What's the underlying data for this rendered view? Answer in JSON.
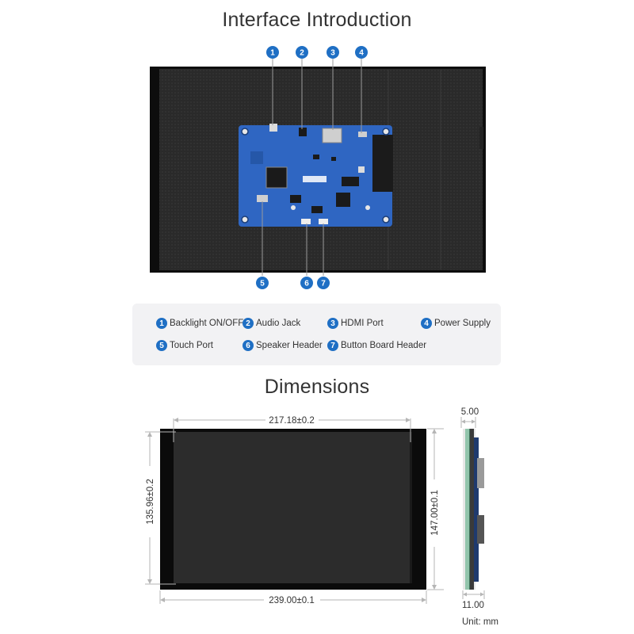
{
  "title_interface": "Interface Introduction",
  "title_dimensions": "Dimensions",
  "callouts": [
    "1",
    "2",
    "3",
    "4",
    "5",
    "6",
    "7"
  ],
  "legend": [
    {
      "num": "1",
      "label": "Backlight ON/OFF"
    },
    {
      "num": "2",
      "label": "Audio Jack"
    },
    {
      "num": "3",
      "label": "HDMI Port"
    },
    {
      "num": "4",
      "label": "Power Supply"
    },
    {
      "num": "5",
      "label": "Touch Port"
    },
    {
      "num": "6",
      "label": "Speaker Header"
    },
    {
      "num": "7",
      "label": "Button Board Header"
    }
  ],
  "dimensions": {
    "active_width": "217.18±0.2",
    "active_height": "135.96±0.2",
    "outer_width": "239.00±0.1",
    "outer_height": "147.00±0.1",
    "thickness_top": "5.00",
    "thickness_bottom": "11.00",
    "unit": "Unit: mm"
  },
  "colors": {
    "callout": "#1f6fc4",
    "pcb": "#2f66c2",
    "panel": "#141414"
  }
}
